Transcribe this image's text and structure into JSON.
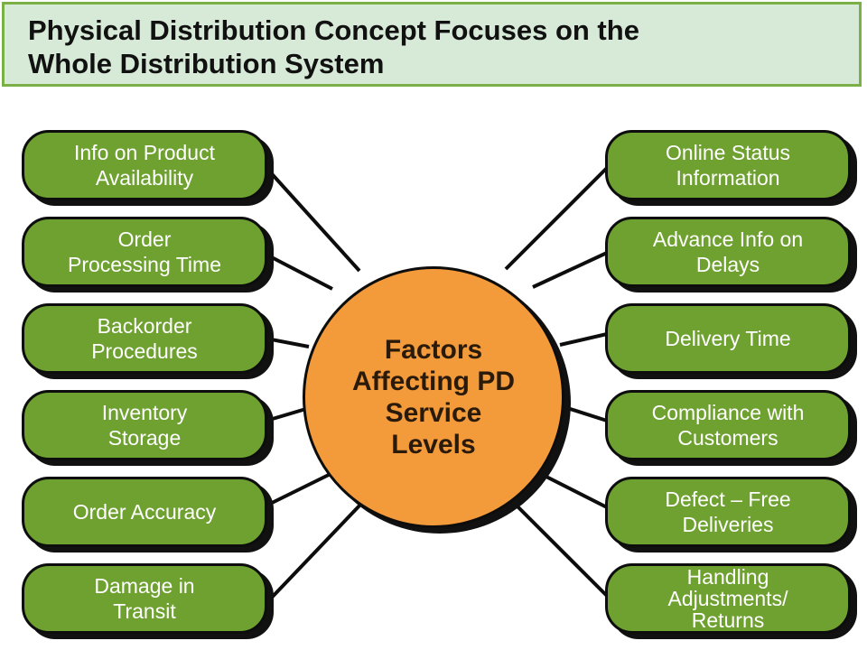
{
  "title": "Physical Distribution Concept Focuses on the\nWhole Distribution System",
  "center_label": "Factors\nAffecting PD\nService\nLevels",
  "left_items": [
    {
      "label": "Info on Product\nAvailability"
    },
    {
      "label": "Order\nProcessing Time"
    },
    {
      "label": "Backorder\nProcedures"
    },
    {
      "label": "Inventory\nStorage"
    },
    {
      "label": "Order Accuracy"
    },
    {
      "label": "Damage in\nTransit"
    }
  ],
  "right_items": [
    {
      "label": "Online Status\nInformation"
    },
    {
      "label": "Advance Info on\nDelays"
    },
    {
      "label": "Delivery Time"
    },
    {
      "label": "Compliance with\nCustomers"
    },
    {
      "label": "Defect – Free\nDeliveries"
    },
    {
      "label": "Handling\nAdjustments/\nReturns"
    }
  ],
  "colors": {
    "title_bg": "#d7ead7",
    "title_border": "#7ab046",
    "pill_fill": "#6ea130",
    "center_fill": "#f39a3a"
  }
}
